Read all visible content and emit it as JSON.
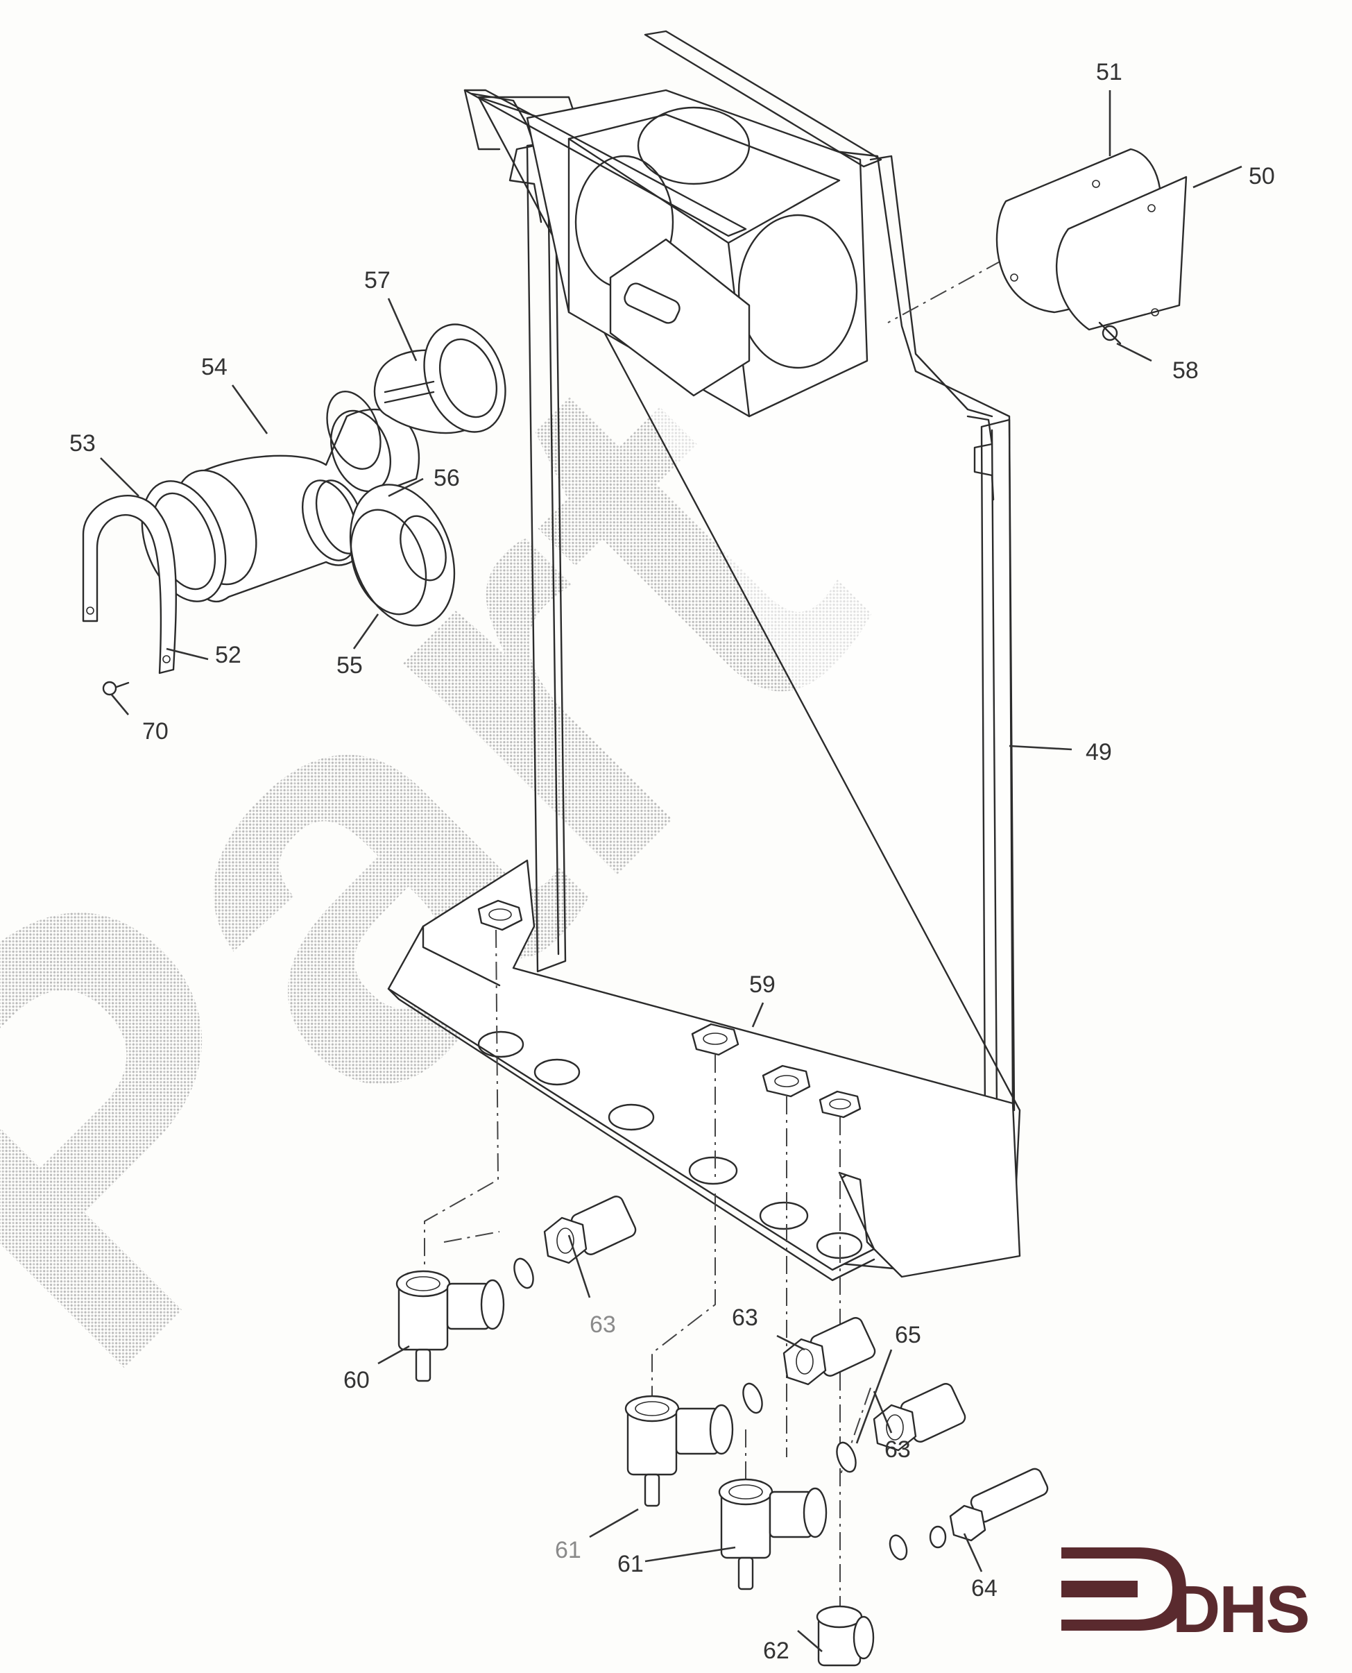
{
  "diagram": {
    "part_labels": [
      {
        "id": "49",
        "text": "49"
      },
      {
        "id": "50",
        "text": "50"
      },
      {
        "id": "51",
        "text": "51"
      },
      {
        "id": "52",
        "text": "52"
      },
      {
        "id": "53",
        "text": "53"
      },
      {
        "id": "54",
        "text": "54"
      },
      {
        "id": "55",
        "text": "55"
      },
      {
        "id": "56",
        "text": "56"
      },
      {
        "id": "57",
        "text": "57"
      },
      {
        "id": "58",
        "text": "58"
      },
      {
        "id": "59",
        "text": "59"
      },
      {
        "id": "60",
        "text": "60"
      },
      {
        "id": "61a",
        "text": "61"
      },
      {
        "id": "61b",
        "text": "61"
      },
      {
        "id": "62",
        "text": "62"
      },
      {
        "id": "63a",
        "text": "63"
      },
      {
        "id": "63b",
        "text": "63"
      },
      {
        "id": "63c",
        "text": "63"
      },
      {
        "id": "64",
        "text": "64"
      },
      {
        "id": "65",
        "text": "65"
      },
      {
        "id": "70",
        "text": "70"
      }
    ]
  },
  "watermark": {
    "text": "Part"
  },
  "logo": {
    "text": "DHS",
    "color": "#5a2a2e"
  }
}
